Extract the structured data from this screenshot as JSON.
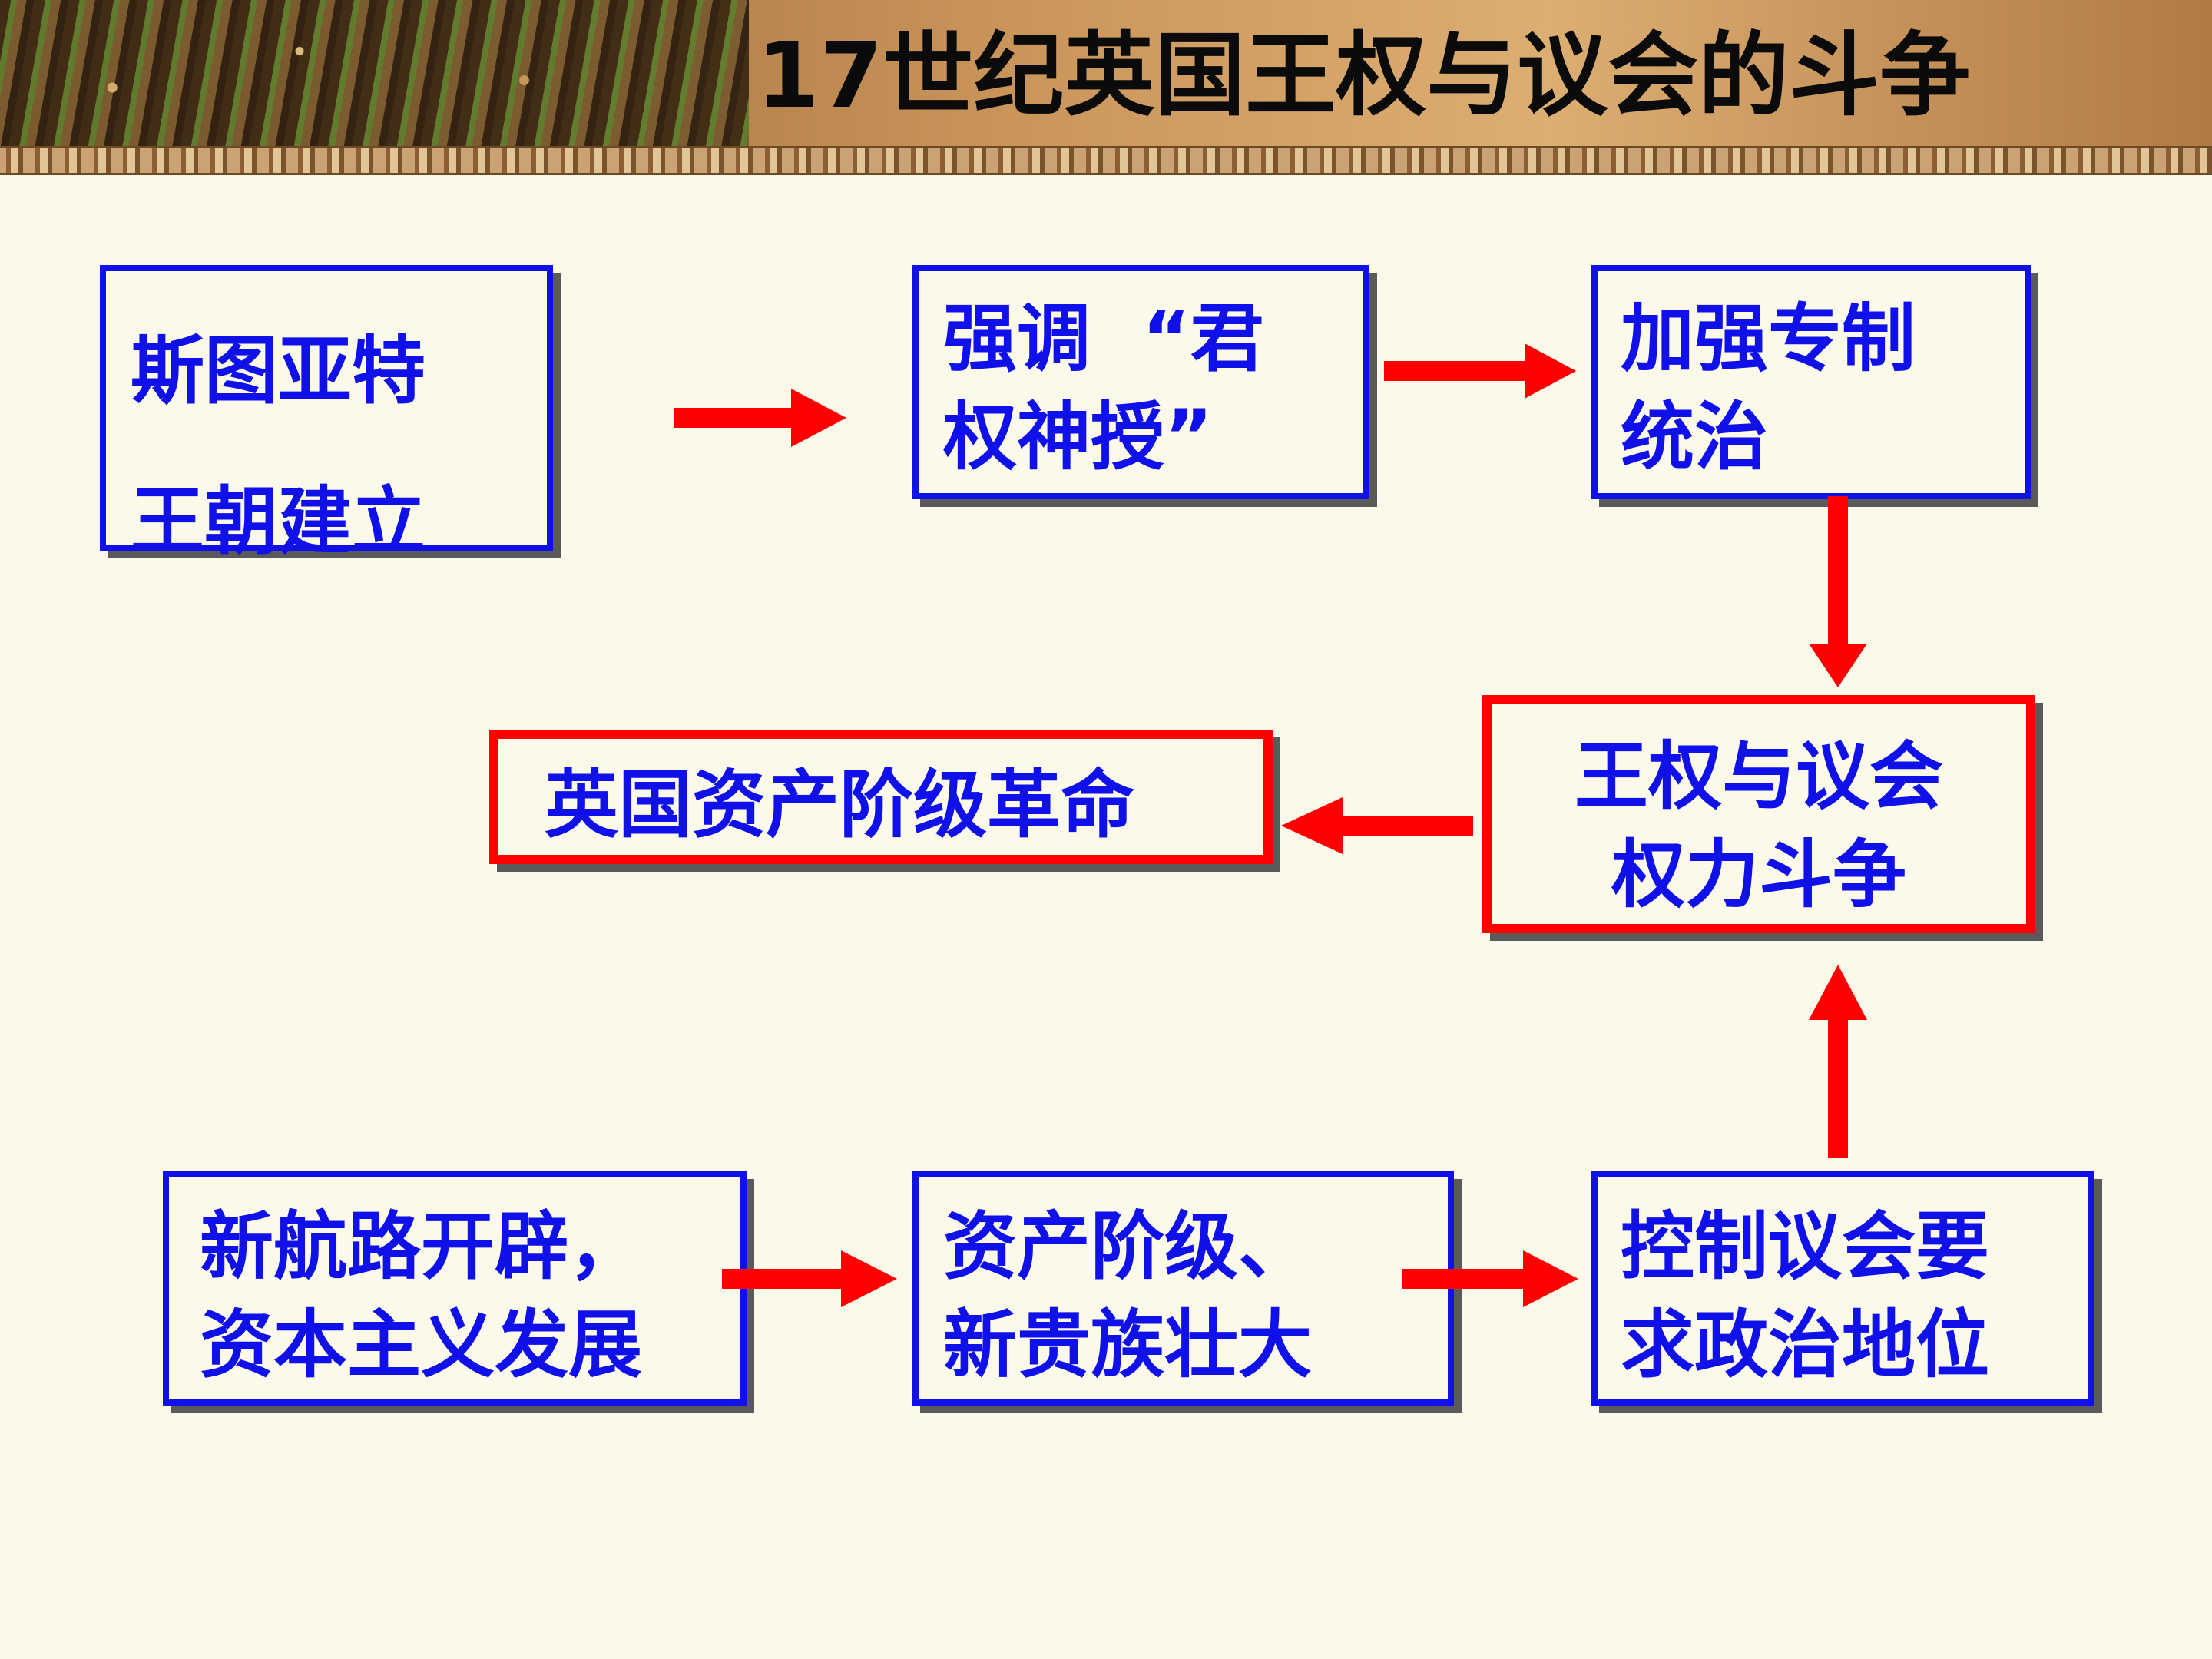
{
  "header": {
    "title": "17世纪英国王权与议会的斗争"
  },
  "nodes": {
    "stuart": [
      "斯图亚特",
      "王朝建立"
    ],
    "divine": [
      "强调  “君",
      "权神授”"
    ],
    "autocracy": [
      "加强专制",
      "统治"
    ],
    "struggle": [
      "王权与议会",
      "权力斗争"
    ],
    "revolution": [
      "英国资产阶级革命"
    ],
    "routes": [
      "新航路开辟，",
      "资本主义发展"
    ],
    "bourgeoisie": [
      "资产阶级、",
      "新贵族壮大"
    ],
    "control": [
      "控制议会要",
      "求政治地位"
    ]
  },
  "colors": {
    "box_border": "#1010e8",
    "highlight_border": "#ff0000",
    "arrow": "#ff0000",
    "text": "#1010e8"
  }
}
